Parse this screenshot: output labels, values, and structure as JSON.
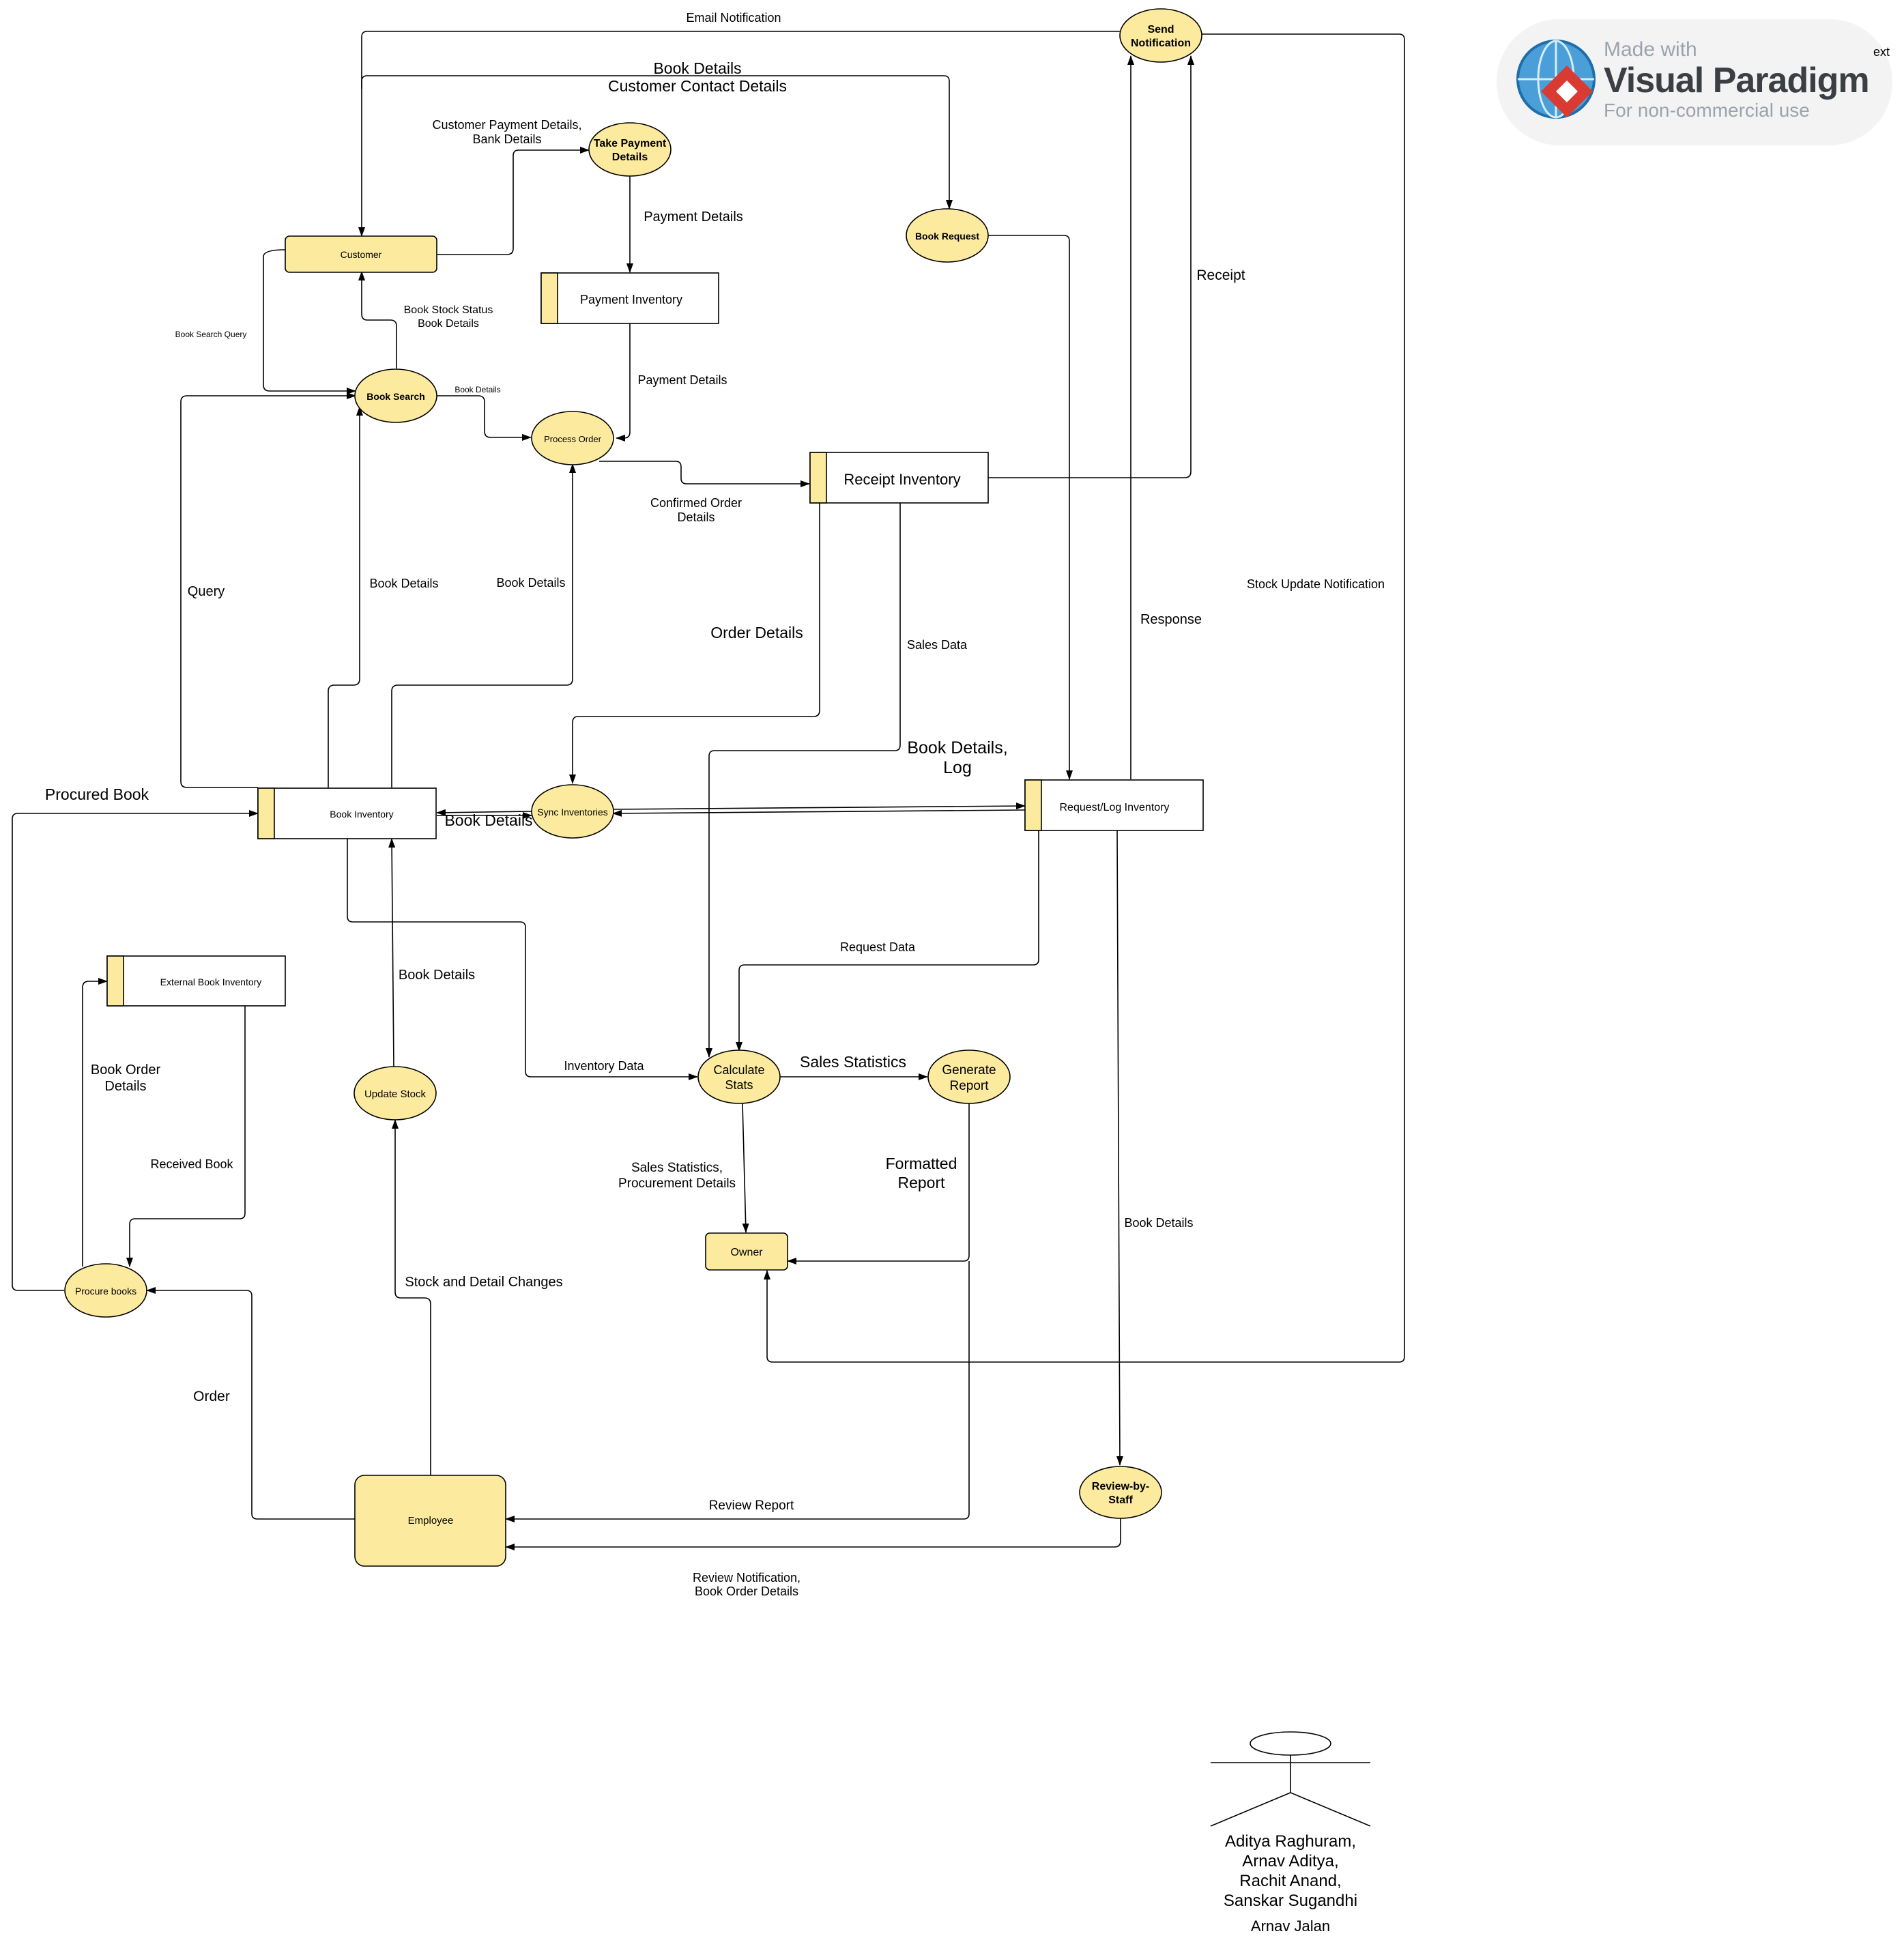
{
  "nodes": {
    "customer": "Customer",
    "take_payment": [
      "Take Payment",
      "Details"
    ],
    "payment_inventory": "Payment Inventory",
    "book_search": "Book Search",
    "process_order": "Process Order",
    "receipt_inventory": "Receipt Inventory",
    "book_request": "Book Request",
    "send_notification": [
      "Send",
      "Notification"
    ],
    "book_inventory": "Book Inventory",
    "sync_inventories": "Sync Inventories",
    "request_log_inventory": "Request/Log Inventory",
    "external_book_inventory": "External Book Inventory",
    "update_stock": "Update Stock",
    "calculate_stats": [
      "Calculate",
      "Stats"
    ],
    "generate_report": [
      "Generate",
      "Report"
    ],
    "owner": "Owner",
    "procure_books": "Procure books",
    "employee": "Employee",
    "review_by_staff": [
      "Review-by-",
      "Staff"
    ]
  },
  "flows": {
    "email_notification": "Email Notification",
    "book_details_contact": [
      "Book Details",
      "Customer Contact Details"
    ],
    "customer_payment_details": [
      "Customer Payment Details,",
      "Bank Details"
    ],
    "payment_details_1": "Payment Details",
    "payment_details_2": "Payment Details",
    "book_stock_status": [
      "Book Stock Status",
      "Book Details"
    ],
    "book_search_query": "Book Search Query",
    "book_details_small": "Book Details",
    "confirmed_order": [
      "Confirmed Order",
      "Details"
    ],
    "receipt": "Receipt",
    "stock_update_notification": "Stock Update Notification",
    "response": "Response",
    "query": "Query",
    "book_details_a": "Book Details",
    "book_details_b": "Book Details",
    "order_details": "Order Details",
    "sales_data": "Sales Data",
    "book_details_log": [
      "Book Details,",
      "Log"
    ],
    "procured_book": "Procured Book",
    "book_details_sync": "Book Details",
    "request_data": "Request Data",
    "book_details_update": "Book Details",
    "inventory_data": "Inventory Data",
    "sales_statistics": "Sales Statistics",
    "book_order_details": [
      "Book Order",
      "Details"
    ],
    "received_book": "Received Book",
    "sales_stats_procurement": [
      "Sales Statistics,",
      "Procurement Details"
    ],
    "formatted_report": [
      "Formatted",
      "Report"
    ],
    "book_details_review": "Book Details",
    "stock_detail_changes": "Stock and Detail Changes",
    "order": "Order",
    "review_report": "Review Report",
    "review_notification": [
      "Review Notification,",
      "Book Order Details"
    ]
  },
  "authors": [
    "Aditya Raghuram,",
    "Arnav Aditya,",
    "Rachit Anand,",
    "Sanskar Sugandhi",
    "Arnav Jalan"
  ],
  "watermark": {
    "made_with": "Made with",
    "brand": "Visual Paradigm",
    "sub": "For non-commercial use",
    "fragment": "ext"
  },
  "colors": {
    "node_fill": "#FCEB9F",
    "stroke": "#000000"
  }
}
